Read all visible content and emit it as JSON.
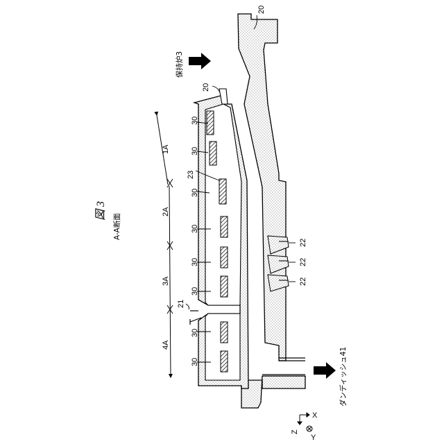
{
  "figure": {
    "title": "図 3",
    "subtitle": "A-A断面"
  },
  "labels": {
    "holding_furnace": "保持炉3",
    "dundish": "ダンディッシュ41",
    "body_20_right": "20",
    "body_20_top": "20",
    "lining_23": "23",
    "inlet_21": "21",
    "heaters_30": [
      "30",
      "30",
      "30",
      "30",
      "30",
      "30",
      "30",
      "30"
    ],
    "nozzles_22": [
      "22",
      "22",
      "22"
    ]
  },
  "zones": [
    {
      "label": "1A"
    },
    {
      "label": "2A"
    },
    {
      "label": "3A"
    },
    {
      "label": "4A"
    }
  ],
  "axes": {
    "x": "X",
    "z": "Z",
    "y": "Y"
  },
  "colors": {
    "line": "#000000",
    "fill_stipple": "#d6d6d6",
    "hatch": "#000000"
  }
}
